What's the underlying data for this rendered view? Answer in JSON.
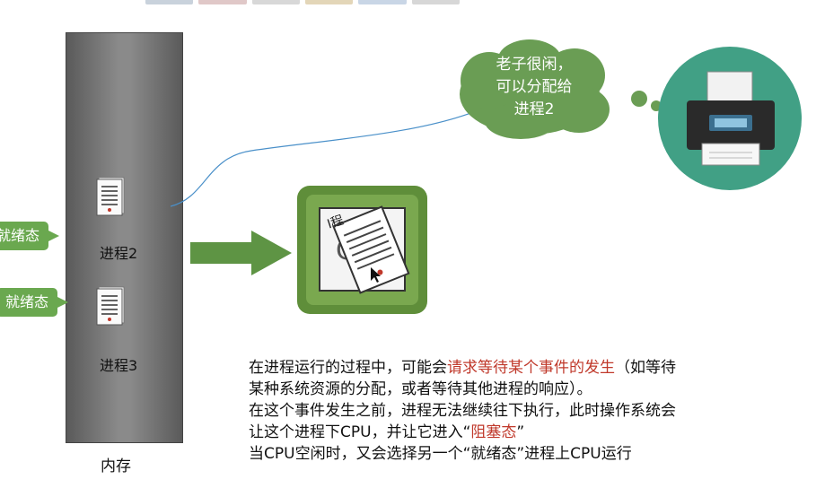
{
  "memory": {
    "label": "内存"
  },
  "processes": [
    {
      "label": "进程2",
      "status": "就绪态"
    },
    {
      "label": "进程3",
      "status": "就绪态"
    }
  ],
  "cpu_icon": {
    "name": "cpu-icon"
  },
  "printer": {
    "name": "printer-icon",
    "bubble_lines": [
      "老子很闲，",
      "可以分配给",
      "进程2"
    ]
  },
  "description": {
    "line1_a": "在进程运行的过程中，可能会",
    "line1_red": "请求等待某个事件的发生",
    "line1_b": "（如等待",
    "line2": "某种系统资源的分配，或者等待其他进程的响应）。",
    "line3": "在这个事件发生之前，进程无法继续往下执行，此时操作系统会",
    "line4_a": "让这个进程下CPU，并让它进入“",
    "line4_red": "阻塞态",
    "line4_b": "”",
    "line5": "当CPU空闲时，又会选择另一个“就绪态”进程上CPU运行"
  },
  "colors": {
    "green": "#6aa84f",
    "cloud": "#6a9d54",
    "red_text": "#c0392b",
    "teal": "#41a085",
    "arrow": "#5e9444"
  }
}
